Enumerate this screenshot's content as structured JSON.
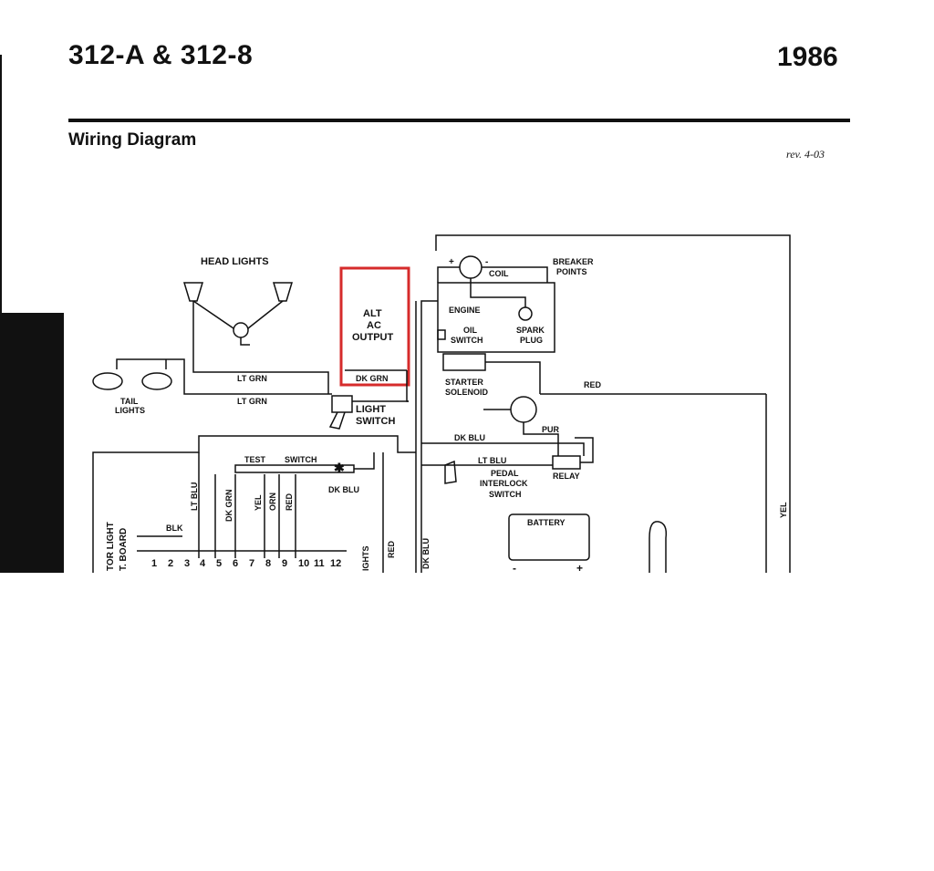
{
  "header": {
    "model": "312-A & 312-8",
    "year": "1986",
    "section": "Wiring Diagram",
    "revision": "rev. 4-03"
  },
  "side_tab": {
    "label": "Wiring Diagram"
  },
  "highlight": {
    "color": "#d62b2b"
  },
  "labels": {
    "head_lights": "HEAD LIGHTS",
    "tail_lights_1": "TAIL",
    "tail_lights_2": "LIGHTS",
    "lt_grn_1": "LT GRN",
    "lt_grn_2": "LT GRN",
    "light_switch_1": "LIGHT",
    "light_switch_2": "SWITCH",
    "alt_1": "ALT",
    "alt_2": "AC",
    "alt_3": "OUTPUT",
    "dk_grn": "DK GRN",
    "coil": "COIL",
    "breaker_1": "BREAKER",
    "breaker_2": "POINTS",
    "engine": "ENGINE",
    "oil_1": "OIL",
    "oil_2": "SWITCH",
    "spark_1": "SPARK",
    "spark_2": "PLUG",
    "starter_1": "STARTER",
    "starter_2": "SOLENOID",
    "red_1": "RED",
    "pur": "PUR",
    "dk_blu_1": "DK BLU",
    "lt_blu_1": "LT BLU",
    "relay": "RELAY",
    "pedal_1": "PEDAL",
    "pedal_2": "INTERLOCK",
    "pedal_3": "SWITCH",
    "test": "TEST",
    "switch": "SWITCH",
    "dk_blu_2": "DK BLU",
    "battery": "BATTERY",
    "yel_right": "YEL",
    "blk": "BLK",
    "lt_blu_2": "LT BLU",
    "dk_grn_v": "DK GRN",
    "yel_v": "YEL",
    "orn_v": "ORN",
    "red_v": "RED",
    "red_v2": "RED",
    "dk_blu_v": "DK BLU",
    "indicator_1": "TOR LIGHT",
    "indicator_2": "T. BOARD",
    "lights_v": "IGHTS",
    "plus": "+",
    "minus": "-",
    "star": "✱"
  },
  "terminals": [
    "1",
    "2",
    "3",
    "4",
    "5",
    "6",
    "7",
    "8",
    "9",
    "10",
    "11",
    "12"
  ]
}
